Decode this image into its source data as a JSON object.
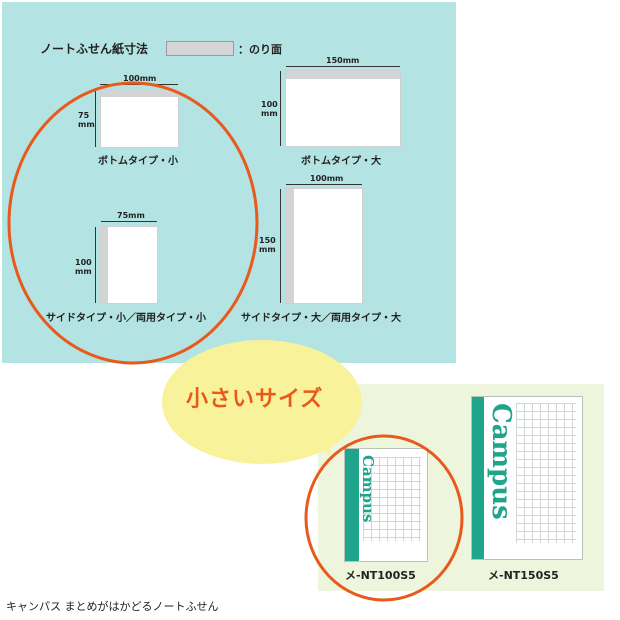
{
  "size_chart": {
    "title": "ノートふせん紙寸法",
    "glue_legend_label": "：のり面",
    "bottom_small": {
      "width": "100mm",
      "height_top": "75",
      "height_bottom": "mm",
      "caption": "ボトムタイプ・小"
    },
    "bottom_large": {
      "width": "150mm",
      "height_top": "100",
      "height_bottom": "mm",
      "caption": "ボトムタイプ・大"
    },
    "side_small": {
      "width": "75mm",
      "height_top": "100",
      "height_bottom": "mm",
      "caption": "サイドタイプ・小／両用タイプ・小"
    },
    "side_large": {
      "width": "100mm",
      "height_top": "150",
      "height_bottom": "mm",
      "caption": "サイドタイプ・大／両用タイプ・大"
    }
  },
  "callout": {
    "text": "小さいサイズ"
  },
  "products": [
    {
      "model": "メ-NT100S5",
      "logo": "Campus"
    },
    {
      "model": "メ-NT150S5",
      "logo": "Campus"
    }
  ],
  "footer": {
    "caption": "キャンパス まとめがはかどるノートふせん"
  },
  "colors": {
    "panel": "#b3e3e2",
    "highlight": "#e85a1c",
    "bubble": "#f8f39a",
    "brand": "#1ea58c"
  }
}
